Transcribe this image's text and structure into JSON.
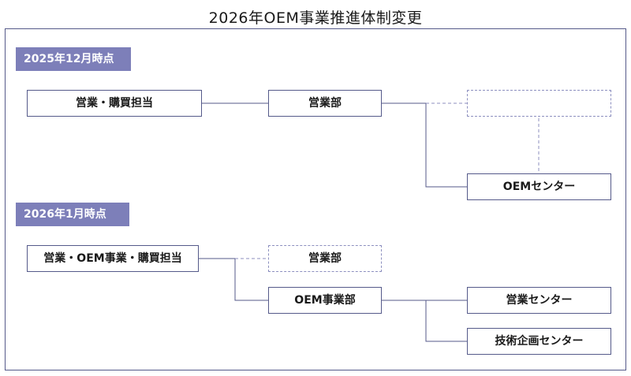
{
  "title": "2026年OEM事業推進体制変更",
  "sections": {
    "before": {
      "label": "2025年12月時点",
      "boxes": {
        "sales_purchasing": "営業・購買担当",
        "sales_dept": "営業部",
        "blank": "",
        "oem_center": "OEMセンター"
      }
    },
    "after": {
      "label": "2026年1月時点",
      "boxes": {
        "sales_oem_purchasing": "営業・OEM事業・購買担当",
        "sales_dept": "営業部",
        "oem_business_dept": "OEM事業部",
        "sales_center": "営業センター",
        "tech_planning_center": "技術企画センター"
      }
    }
  },
  "colors": {
    "line": "#555a8a",
    "dashed": "#8c8fbf",
    "period_bg": "#7d7fb9"
  }
}
